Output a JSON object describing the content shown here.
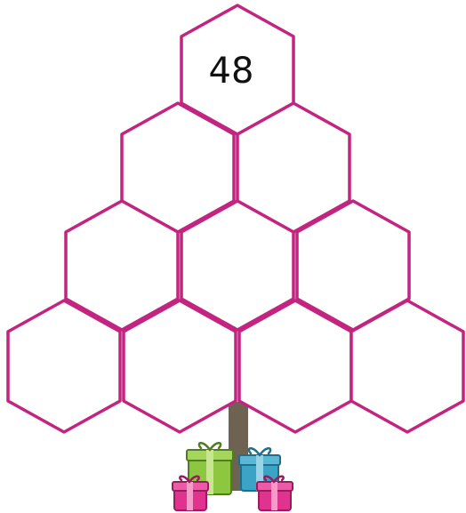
{
  "puzzle": {
    "rows": [
      [
        "48"
      ],
      [
        "",
        ""
      ],
      [
        "",
        "",
        ""
      ],
      [
        "",
        "",
        "",
        ""
      ]
    ]
  },
  "colors": {
    "outline": "#c2247f",
    "trunk": "#6e6252",
    "gift_green": "#8dc63f",
    "gift_blue": "#3ba3c6",
    "gift_pink": "#e0338f"
  },
  "icons": [
    "gift-icon-green",
    "gift-icon-blue",
    "gift-icon-pink-left",
    "gift-icon-pink-right"
  ]
}
